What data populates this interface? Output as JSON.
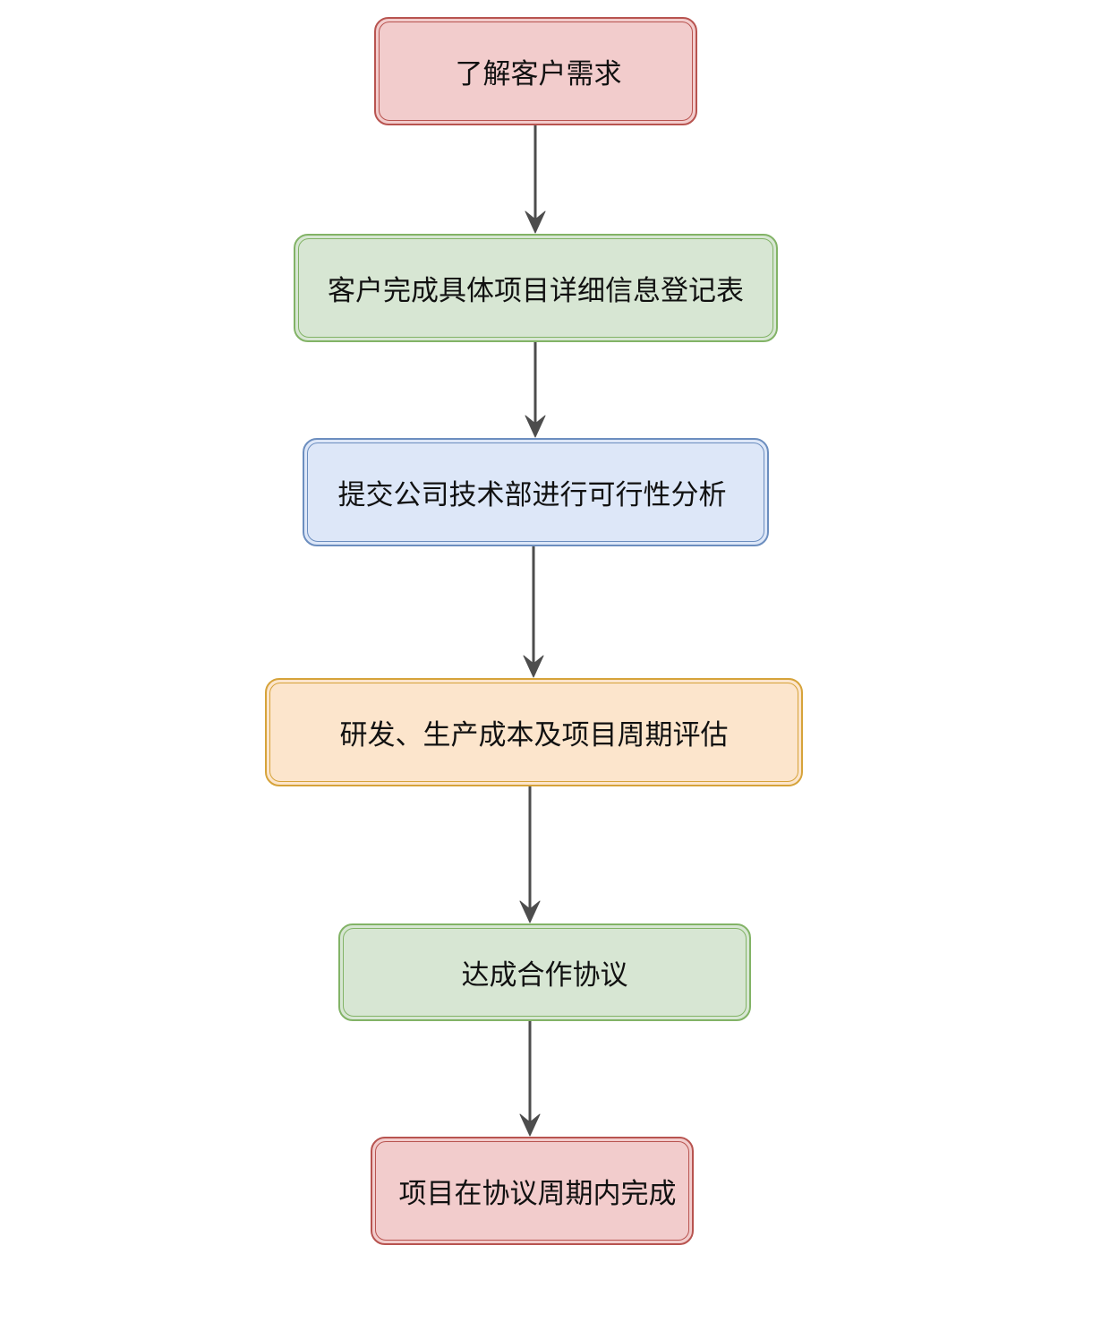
{
  "diagram": {
    "nodes": [
      {
        "id": "understand-needs",
        "label": "了解客户需求",
        "fill": "#f2cccc",
        "stroke": "#b85450"
      },
      {
        "id": "registration-form",
        "label": "客户完成具体项目详细信息登记表",
        "fill": "#d7e6d3",
        "stroke": "#82b366"
      },
      {
        "id": "feasibility-analysis",
        "label": "提交公司技术部进行可行性分析",
        "fill": "#dde7f8",
        "stroke": "#6c8ebf"
      },
      {
        "id": "cost-evaluation",
        "label": "研发、生产成本及项目周期评估",
        "fill": "#fce5cc",
        "stroke": "#d6a33a"
      },
      {
        "id": "agreement",
        "label": "达成合作协议",
        "fill": "#d7e6d3",
        "stroke": "#82b366"
      },
      {
        "id": "completion",
        "label": "项目在协议周期内完成",
        "fill": "#f2cccc",
        "stroke": "#b85450"
      }
    ],
    "edges": [
      {
        "from": "understand-needs",
        "to": "registration-form"
      },
      {
        "from": "registration-form",
        "to": "feasibility-analysis"
      },
      {
        "from": "feasibility-analysis",
        "to": "cost-evaluation"
      },
      {
        "from": "cost-evaluation",
        "to": "agreement"
      },
      {
        "from": "agreement",
        "to": "completion"
      }
    ],
    "edge_color": "#4d4d4d"
  }
}
